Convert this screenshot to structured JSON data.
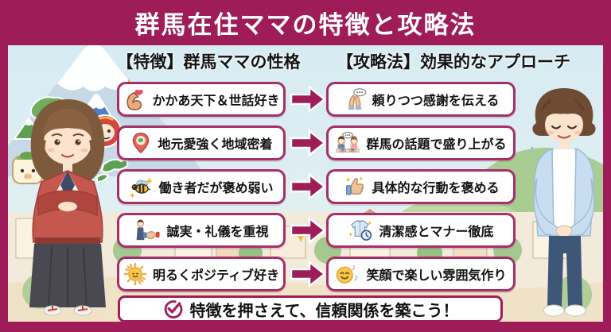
{
  "title": "群馬在住ママの特徴と攻略法",
  "columns": {
    "left": {
      "header": "【特徴】群馬ママの性格"
    },
    "right": {
      "header": "【攻略法】効果的なアプローチ"
    }
  },
  "arrow_icon": "arrow-right-icon",
  "rows": [
    {
      "trait": {
        "icon": "bicep-heart-icon",
        "label": "かかあ天下＆世話好き"
      },
      "approach": {
        "icon": "pray-hands-icon",
        "label": "頼りつつ感謝を伝える"
      }
    },
    {
      "trait": {
        "icon": "map-pin-icon",
        "label": "地元愛強く地域密着"
      },
      "approach": {
        "icon": "chat-meal-icon",
        "label": "群馬の話題で盛り上がる"
      }
    },
    {
      "trait": {
        "icon": "bee-icon",
        "label": "働き者だが褒め弱い"
      },
      "approach": {
        "icon": "thumbs-up-icon",
        "label": "具体的な行動を褒める"
      }
    },
    {
      "trait": {
        "icon": "bow-handshake-icon",
        "label": "誠実・礼儀を重視"
      },
      "approach": {
        "icon": "shirt-clock-icon",
        "label": "清潔感とマナー徹底"
      }
    },
    {
      "trait": {
        "icon": "sun-icon",
        "label": "明るくポジティブ好き"
      },
      "approach": {
        "icon": "smiley-music-icon",
        "label": "笑顔で楽しい雰囲気作り"
      }
    }
  ],
  "footer": {
    "icon": "check-circle-icon",
    "label": "特徴を押さえて、信頼関係を築こう！"
  },
  "illustrations": {
    "left": "gunma-mom-illustration",
    "right": "bowing-man-illustration",
    "background": [
      "mount-fuji",
      "daruma-doll",
      "gunma-map-shape",
      "green-mountains",
      "gunma-chan-mascot",
      "townscape"
    ]
  },
  "colors": {
    "accent": "#9E1C58",
    "card_border": "#A62F68",
    "text": "#111111",
    "sky": "#D6EBF2"
  }
}
